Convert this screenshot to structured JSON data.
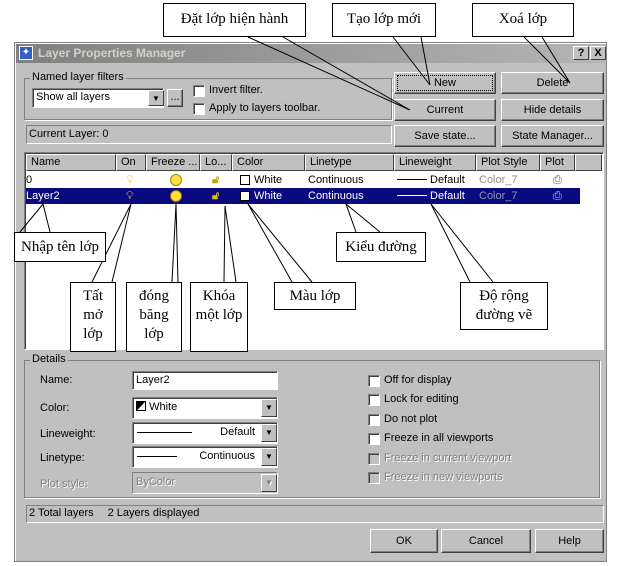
{
  "window": {
    "title": "Layer Properties Manager",
    "help": "?",
    "close": "X"
  },
  "filters": {
    "group_label": "Named layer filters",
    "selected": "Show all layers",
    "more": "...",
    "invert": "Invert filter.",
    "apply": "Apply to layers toolbar."
  },
  "buttons": {
    "new": "New",
    "delete": "Delete",
    "current": "Current",
    "hide_details": "Hide details",
    "save_state": "Save state...",
    "state_manager": "State Manager...",
    "ok": "OK",
    "cancel": "Cancel",
    "help": "Help"
  },
  "current_layer": "Current Layer:  0",
  "table": {
    "columns": [
      "Name",
      "On",
      "Freeze ...",
      "Lo...",
      "Color",
      "Linetype",
      "Lineweight",
      "Plot Style",
      "Plot"
    ],
    "rows": [
      {
        "name": "0",
        "color": "White",
        "linetype": "Continuous",
        "lineweight": "Default",
        "plot_style": "Color_7"
      },
      {
        "name": "Layer2",
        "color": "White",
        "linetype": "Continuous",
        "lineweight": "Default",
        "plot_style": "Color_7",
        "selected": true
      }
    ]
  },
  "details": {
    "group_label": "Details",
    "name_label": "Name:",
    "name_value": "Layer2",
    "color_label": "Color:",
    "color_value": "White",
    "lineweight_label": "Lineweight:",
    "lineweight_value": "Default",
    "linetype_label": "Linetype:",
    "linetype_value": "Continuous",
    "plotstyle_label": "Plot style:",
    "plotstyle_value": "ByColor",
    "checks": [
      "Off for display",
      "Lock for editing",
      "Do not plot",
      "Freeze in all viewports",
      "Freeze in current viewport",
      "Freeze in new viewports"
    ]
  },
  "status": {
    "total": "2 Total layers",
    "displayed": "2 Layers displayed"
  },
  "callouts": {
    "current": "Đặt lớp hiện hành",
    "new": "Tạo lớp mới",
    "delete": "Xoá lớp",
    "name": "Nhập tên lớp",
    "on": "Tất mở lớp",
    "freeze": "đóng băng lớp",
    "lock": "Khóa một lớp",
    "color": "Màu  lớp",
    "linetype": "Kiểu đường",
    "lineweight": "Độ rộng đường vẽ"
  },
  "colors": {
    "selection": "#0a0a80",
    "dialog": "#c0c0c0"
  }
}
